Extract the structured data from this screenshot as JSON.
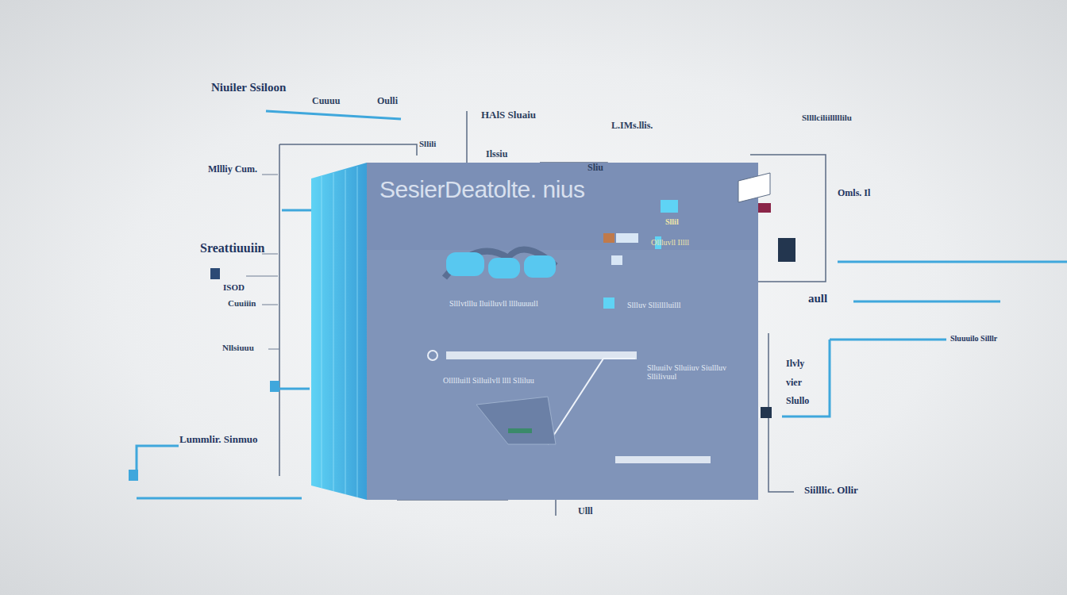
{
  "diagram": {
    "nodes": [
      {
        "text": [
          "SesierDeatolte. nius"
        ]
      }
    ],
    "labels": [
      "Niuiler Ssiloon",
      "Cuuuu",
      "Oulli",
      "Sllili",
      "HAlS Sluaiu",
      "Ilssiu",
      "Sliu",
      "L.IMs.llis.",
      "Sllllciliilllllilu",
      "Omls. Il",
      "Mllliy Cum.",
      "Sreattiuuiin",
      "ISOD",
      "Cuuiiin",
      "Nllsiuuu",
      "Lummlir. Sinmuo",
      "aull",
      "Sluuuilo Silllr",
      "Ilvly",
      "vier",
      "Slullo",
      "Siilllic. Ollir",
      "Ulll",
      "Slllvtlllu Iluilluvll lllluuuull",
      "Sllluv Sllilllluilll",
      "Ollllluill Silluilvll llll Slliluu",
      "Slluuilv Slluiiuv Siullluv Sllilivuul",
      "Ollluvll Illll",
      "Sllil"
    ]
  }
}
